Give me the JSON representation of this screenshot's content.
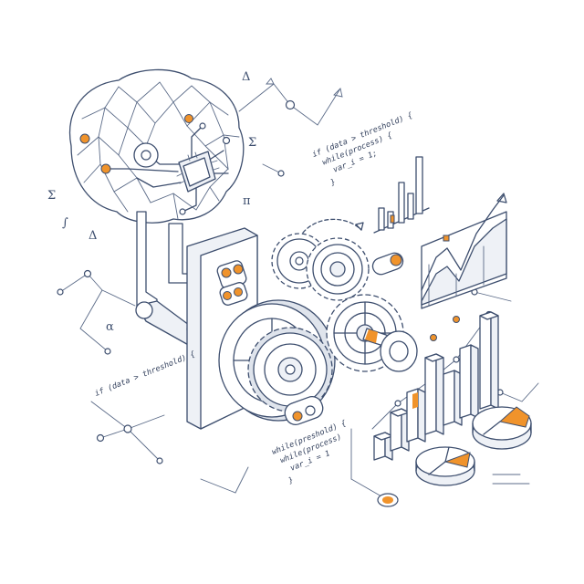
{
  "code_snippets": {
    "top_right": [
      "if (data > threshold) {",
      "while(process) {",
      "var_i = 1;",
      "}"
    ],
    "left": [
      "if (data > threshold) {"
    ],
    "bottom": [
      "while(preshold) {",
      "while(process)",
      "var_i = 1",
      "}"
    ]
  },
  "symbols": {
    "delta_top": "Δ",
    "sigma_mid": "Σ",
    "pi": "π",
    "sigma_left": "Σ",
    "integral": "∫",
    "delta_left": "Δ",
    "alpha": "α"
  },
  "colors": {
    "line": "#3d4e6e",
    "accent": "#f0932b",
    "background": "#ffffff"
  }
}
